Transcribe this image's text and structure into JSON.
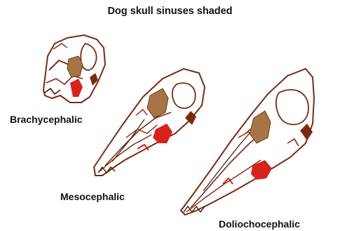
{
  "figure": {
    "title": "Dog skull sinuses shaded"
  },
  "skulls": [
    {
      "label": "Brachycephalic"
    },
    {
      "label": "Mesocephalic"
    },
    {
      "label": "Doliochocephalic"
    }
  ],
  "colors": {
    "bone_outline": "#7a2a10",
    "sinus_fill": "#a97445",
    "highlight_fill": "#d8231c",
    "background": "#ffffff"
  }
}
